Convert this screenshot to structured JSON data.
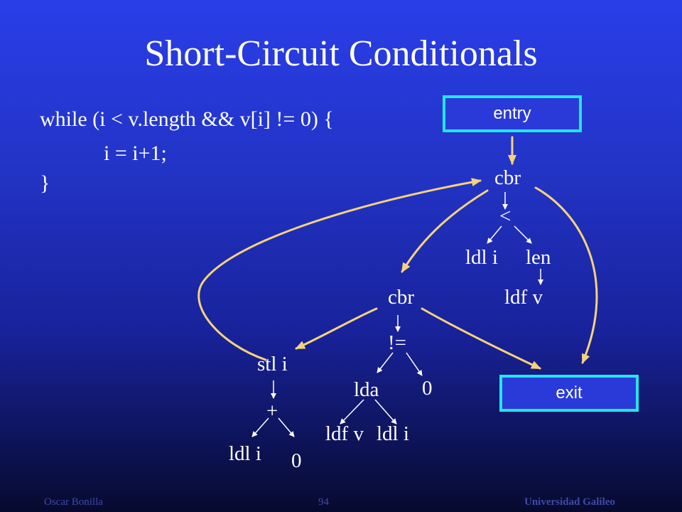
{
  "slide": {
    "title": "Short-Circuit Conditionals",
    "code": {
      "line1": "while (i < v.length && v[i] != 0) {",
      "line2": "i = i+1;",
      "line3": "}"
    }
  },
  "tree": {
    "entry": "entry",
    "exit": "exit",
    "cbr_top": "cbr",
    "lt": "<",
    "ldl_i_1": "ldl i",
    "len": "len",
    "ldf_v_1": "ldf v",
    "cbr_mid": "cbr",
    "neq": "!=",
    "lda": "lda",
    "zero_1": "0",
    "ldf_v_2": "ldf v",
    "ldl_i_2": "ldl i",
    "stl_i": "stl i",
    "plus": "+",
    "ldl_i_3": "ldl i",
    "zero_2": "0"
  },
  "footer": {
    "author": "Oscar Bonilla",
    "page": "94",
    "org": "Universidad Galileo"
  },
  "colors": {
    "edge": "#ffffff",
    "control_edge": "#f7d27a",
    "box_border": "#22e6f2"
  }
}
